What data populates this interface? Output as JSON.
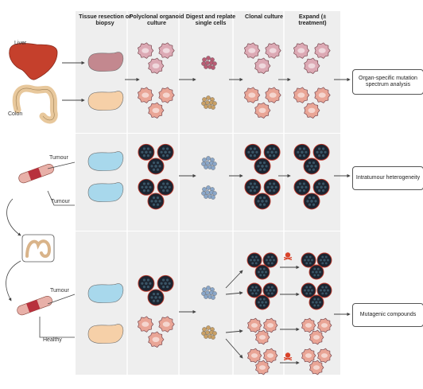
{
  "columns": [
    "Tissue resection or biopsy",
    "Polyclonal organoid culture",
    "Digest and replate single cells",
    "Clonal culture",
    "Expand (± treatment)"
  ],
  "organ_labels": {
    "liver": "Liver",
    "colon": "Colon"
  },
  "tissue_labels": {
    "tumour_upper_top": "Tumour",
    "tumour_upper_bottom": "Tumour",
    "tumour_lower": "Tumour",
    "healthy_lower": "Healthy"
  },
  "outcomes": [
    "Organ-specific mutation spectrum analysis",
    "Intratumour heterogeneity",
    "Mutagenic compounds"
  ],
  "colors": {
    "panel_bg": "#eeeeee",
    "liver_organoid": "#dca9b4",
    "colon_organoid": "#e9a596",
    "tumour_organoid": "#1c2430",
    "liver_tissue": "#c3888f",
    "colon_tissue": "#f6d0a8",
    "tumour_tissue": "#a8d8ec",
    "skull_icon": "#d8432a"
  }
}
